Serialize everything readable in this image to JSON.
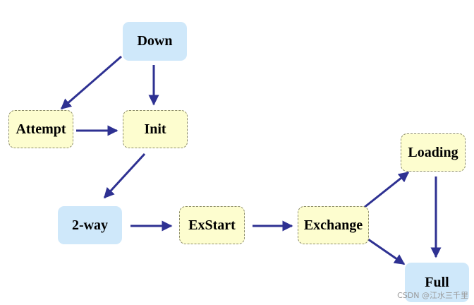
{
  "nodes": {
    "down": "Down",
    "attempt": "Attempt",
    "init": "Init",
    "two_way": "2-way",
    "exstart": "ExStart",
    "exchange": "Exchange",
    "loading": "Loading",
    "full": "Full"
  },
  "colors": {
    "yellow_fill": "#fdfdcf",
    "blue_fill": "#cfe8fa",
    "arrow": "#2e3192"
  },
  "watermark": "CSDN @江水三千里"
}
